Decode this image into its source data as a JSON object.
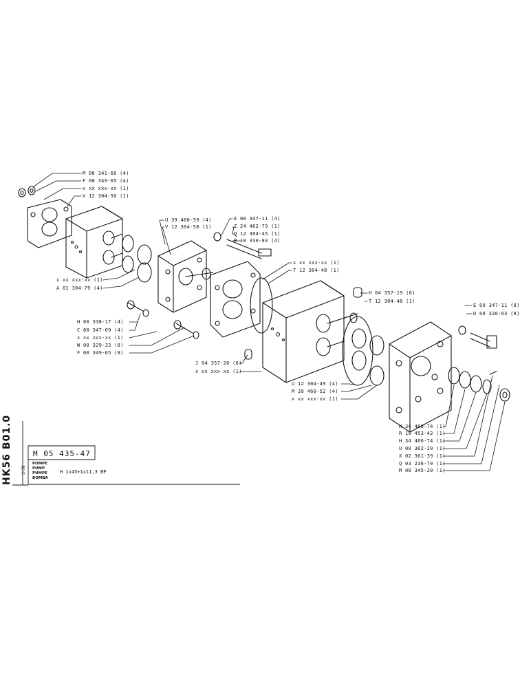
{
  "sheet_code": "HK56 B01.0",
  "sheet_date": "3-78",
  "title_block": {
    "part_number": "M 05 435-47",
    "names": [
      "POMPE",
      "PUMP",
      "PUMPE",
      "BOMBA"
    ],
    "description": "H 1x45+1x11,3 BP"
  },
  "labels": {
    "m_341_66": "M 00 341-66 (4)",
    "f_349_65_4": "F 00 349-65 (4)",
    "x_a": "x xx xxx-xx (1)",
    "v_304_50_a": "V 12 304-50 (1)",
    "u_460_59": "U 39 460-59 (4)",
    "v_304_50_b": "V 12 304-50 (1)",
    "e_347_11_4": "E 00 347-11 (4)",
    "z_462_79": "Z 24 462-79 (1)",
    "q_304_45": "Q 12 304-45 (1)",
    "r_330_83": "R 10 330-83 (4)",
    "x_b": "x xx xxx-xx (1)",
    "a_304_79": "A 01 304-79 (4)",
    "x_c": "x xx xxx-xx (1)",
    "t_304_48_a": "T 12 304-48 (1)",
    "h_357_19": "H 04 357-19 (6)",
    "t_304_48_b": "T 12 304-48 (1)",
    "e_347_11_8": "E 00 347-11 (8)",
    "d_326_63": "D 00 326-63 (8)",
    "h_338_17": "H 00 338-17 (4)",
    "c_347_09": "C 00 347-09 (4)",
    "x_d": "x xx xxx-xx (1)",
    "w_329_33": "W 00 329-33 (8)",
    "f_349_65_8": "F 00 349-65 (8)",
    "j_357_20": "J 04 357-20 (6)",
    "x_e": "x xx xxx-xx (1)",
    "u_304_49": "U 12 304-49 (4)",
    "m_460_52": "M 39 460-52 (4)",
    "x_f": "x xx xxx-xx (1)",
    "h_460_74_a": "H 34 460-74 (1)",
    "r_453_42": "R 10 453-42 (1)",
    "h_460_74_b": "H 34 460-74 (1)",
    "u_362_20": "U 00 362-20 (1)",
    "x_361_39": "X 02 361-39 (1)",
    "q_236_70": "Q 03 236-70 (1)",
    "m_345_20": "M 08 345-20 (1)"
  }
}
